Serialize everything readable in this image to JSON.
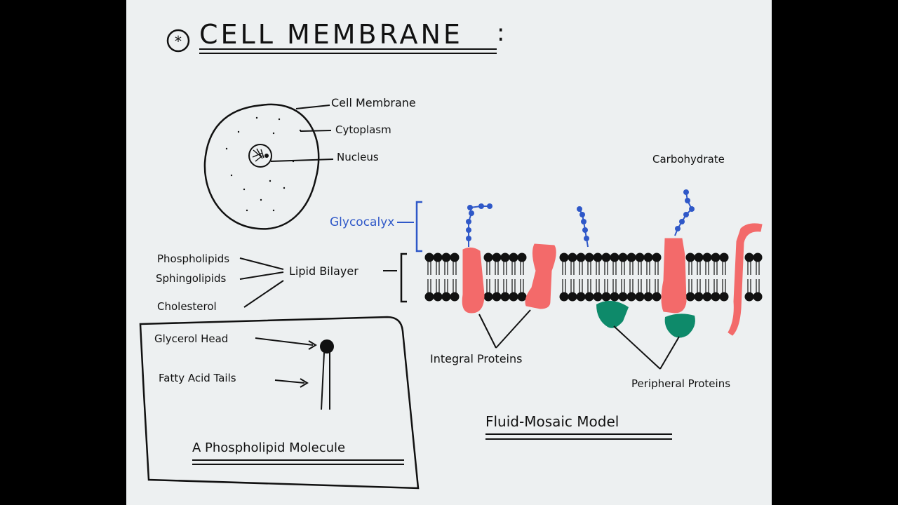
{
  "title": {
    "symbol": "*",
    "text": "CELL  MEMBRANE",
    "colon": ":"
  },
  "cell": {
    "membrane": "Cell Membrane",
    "cytoplasm": "Cytoplasm",
    "nucleus": "Nucleus"
  },
  "bilayer": {
    "phospholipids": "Phospholipids",
    "sphingolipids": "Sphingolipids",
    "cholesterol": "Cholesterol",
    "lipid_bilayer": "Lipid  Bilayer"
  },
  "glycocalyx": "Glycocalyx",
  "carbohydrate": "Carbohydrate",
  "integral_proteins": "Integral  Proteins",
  "peripheral_proteins": "Peripheral  Proteins",
  "model_title": "Fluid-Mosaic  Model",
  "molecule_box": {
    "glycerol_head": "Glycerol  Head",
    "fatty_acid_tails": "Fatty  Acid  Tails",
    "caption": "A  Phospholipid  Molecule"
  },
  "colors": {
    "board": "#edf0f1",
    "ink": "#111111",
    "carbohydrate_blue": "#2f58c8",
    "integral_protein_red": "#f36a6a",
    "peripheral_protein_green": "#0e8a6a"
  }
}
